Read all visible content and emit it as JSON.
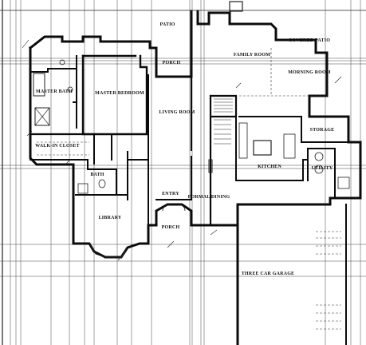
{
  "rooms": {
    "patio": "PATIO",
    "porch_rear": "PORCH",
    "master_bedroom": "MASTER BEDROOM",
    "master_bath": "MASTER BATH",
    "walk_in_closet": "WALK-IN CLOSET",
    "bath": "BATH",
    "library": "LIBRARY",
    "living_room": "LIVING ROOM",
    "family_room": "FAMILY ROOM",
    "morning_room": "MORNING ROOM",
    "covered_patio": "COVERED PATIO",
    "storage": "STORAGE",
    "kitchen": "KITCHEN",
    "utility": "UTILITY",
    "entry": "ENTRY",
    "porch_front": "PORCH",
    "formal_dining": "FORMAL DINING",
    "garage": "THREE CAR GARAGE"
  },
  "colors": {
    "ink": "#0b0b0b",
    "paper": "#ffffff"
  }
}
